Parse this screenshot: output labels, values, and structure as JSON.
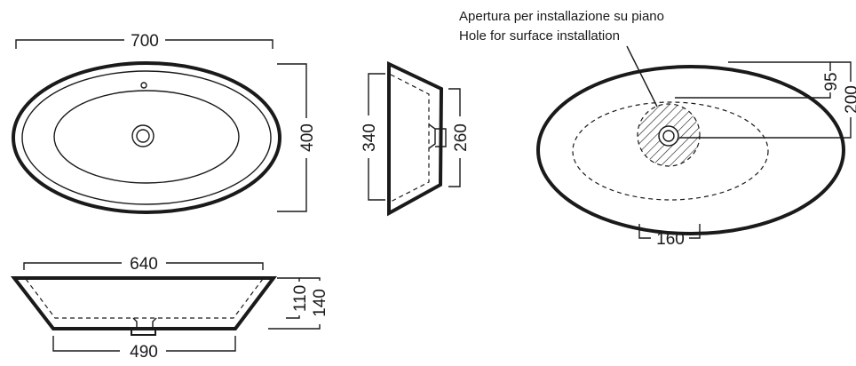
{
  "annotation": {
    "line_it": "Apertura per installazione su piano",
    "line_en": "Hole for surface installation"
  },
  "top_view": {
    "width": "700",
    "depth": "400"
  },
  "side_view": {
    "outer_height": "340",
    "inner_height": "260"
  },
  "front_view": {
    "top_width": "640",
    "bottom_width": "490",
    "inner_depth": "110",
    "total_height": "140"
  },
  "install_view": {
    "offset_95": "95",
    "offset_200": "200",
    "hole_diameter": "160"
  }
}
